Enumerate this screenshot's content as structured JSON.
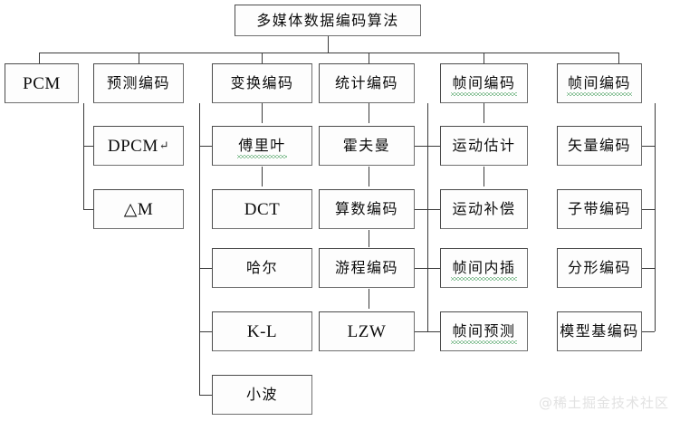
{
  "diagram": {
    "title": "多媒体数据编码算法",
    "watermark": "@稀土掘金技术社区",
    "root": {
      "label": "多媒体数据编码算法"
    },
    "columns": [
      {
        "id": "pcm",
        "head": "PCM",
        "children": []
      },
      {
        "id": "predictive-coding",
        "head": "预测编码",
        "children": [
          "DPCM",
          "△M"
        ]
      },
      {
        "id": "transform-coding",
        "head": "变换编码",
        "children": [
          "傅里叶",
          "DCT",
          "哈尔",
          "K-L",
          "小波"
        ]
      },
      {
        "id": "statistical-coding",
        "head": "统计编码",
        "children": [
          "霍夫曼",
          "算数编码",
          "游程编码",
          "LZW"
        ]
      },
      {
        "id": "intraframe-coding",
        "head": "帧间编码",
        "children": [
          "运动估计",
          "运动补偿",
          "帧间内插",
          "帧间预测"
        ]
      },
      {
        "id": "interframe-coding",
        "head": "帧间编码",
        "children": [
          "矢量编码",
          "子带编码",
          "分形编码",
          "模型基编码"
        ]
      }
    ],
    "nodes": {
      "root": "多媒体数据编码算法",
      "c0r0": "PCM",
      "c1r0": "预测编码",
      "c1r1": "DPCM",
      "c1r2": "△M",
      "c2r0": "变换编码",
      "c2r1": "傅里叶",
      "c2r2": "DCT",
      "c2r3": "哈尔",
      "c2r4": "K-L",
      "c2r5": "小波",
      "c3r0": "统计编码",
      "c3r1": "霍夫曼",
      "c3r2": "算数编码",
      "c3r3": "游程编码",
      "c3r4": "LZW",
      "c4r0": "帧间编码",
      "c4r1": "运动估计",
      "c4r2": "运动补偿",
      "c4r3": "帧间内插",
      "c4r4": "帧间预测",
      "c5r0": "帧间编码",
      "c5r1": "矢量编码",
      "c5r2": "子带编码",
      "c5r3": "分形编码",
      "c5r4": "模型基编码"
    },
    "colors": {
      "box_border": "#4a4a4a",
      "box_fill": "#fdfdfd",
      "connector": "#3a3a3a",
      "text": "#0d0d0d",
      "spellcheck_underline": "#1f8a3b",
      "watermark": "#e2e2e2"
    }
  }
}
